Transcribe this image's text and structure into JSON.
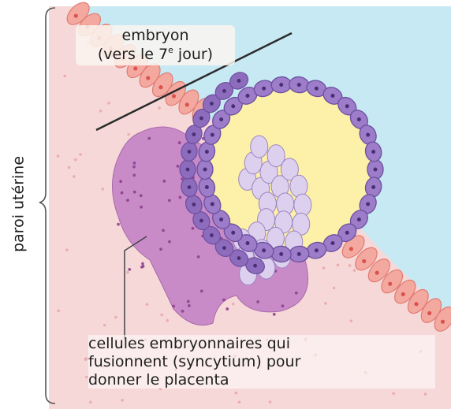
{
  "labels": {
    "embryon_line1": "embryon",
    "embryon_line2_prefix": "(vers le 7",
    "embryon_superscript": "e",
    "embryon_line2_suffix": " jour)",
    "paroi": "paroi utérine",
    "cellules_line1": "cellules embryonnaires qui",
    "cellules_line2": "fusionnent (syncytium) pour",
    "cellules_line3": "donner le placenta"
  },
  "colors": {
    "uterine_wall": "#f6d8d8",
    "uterine_dots": "#e9a3a3",
    "cavity": "#c7e9f3",
    "epithelium_cell": "#f4a9a0",
    "epithelium_nucleus": "#d9534f",
    "syncytium": "#c88bc8",
    "syncytium_dots": "#8a3c8a",
    "trophoblast_cell": "#9d7cc9",
    "inner_cell": "#ddd0ee",
    "yolk": "#fdf0a8",
    "line": "#333333"
  }
}
